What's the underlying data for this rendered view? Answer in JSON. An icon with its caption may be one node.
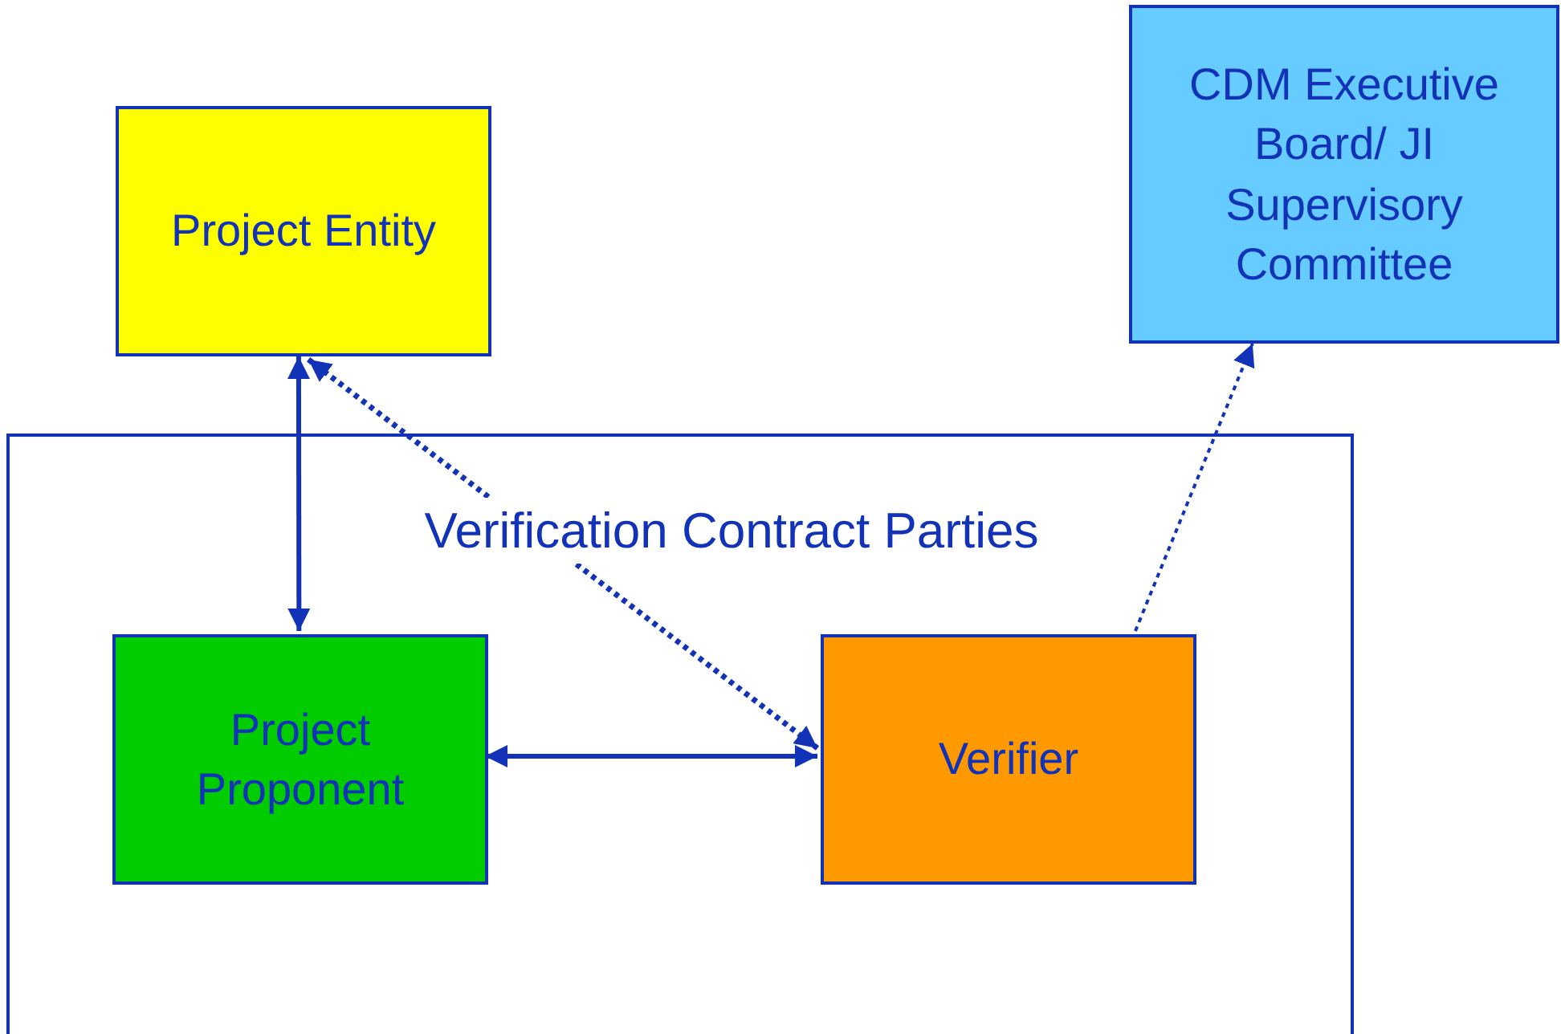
{
  "diagram": {
    "nodes": [
      {
        "text": [
          "Project Entity"
        ]
      },
      {
        "text": [
          "CDM Executive Board/ JI Supervisory Committee"
        ]
      },
      {
        "text": [
          "Verification Contract Parties"
        ]
      },
      {
        "text": [
          "Project Proponent"
        ],
        "in": 2
      },
      {
        "text": [
          "Verifier"
        ],
        "in": 2
      }
    ],
    "edges": [
      {
        "from": 0,
        "to": 3,
        "arrow": "both"
      },
      {
        "from": 0,
        "to": 4,
        "arrow": "both",
        "style": "dashed"
      },
      {
        "from": 3,
        "to": 4,
        "arrow": "both"
      },
      {
        "from": 4,
        "to": 1,
        "arrow": "to",
        "style": "dashed"
      }
    ]
  }
}
